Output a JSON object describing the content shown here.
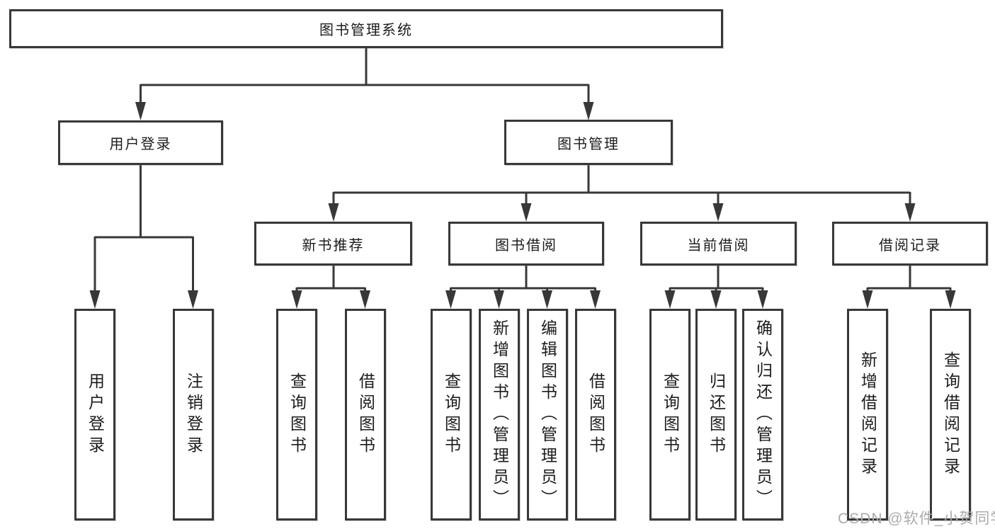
{
  "diagram": {
    "root": "图书管理系统",
    "branches": [
      {
        "label": "用户登录",
        "children": [
          "用户登录",
          "注销登录"
        ]
      },
      {
        "label": "图书管理",
        "sections": [
          {
            "label": "新书推荐",
            "children": [
              "查询图书",
              "借阅图书"
            ]
          },
          {
            "label": "图书借阅",
            "children": [
              "查询图书",
              "新增图书（管理员）",
              "编辑图书（管理员）",
              "借阅图书"
            ]
          },
          {
            "label": "当前借阅",
            "children": [
              "查询图书",
              "归还图书",
              "确认归还（管理员）"
            ]
          },
          {
            "label": "借阅记录",
            "children": [
              "新增借阅记录",
              "查询借阅记录"
            ]
          }
        ]
      }
    ]
  },
  "watermark": {
    "text": "CSDN @软件_小贺同学"
  },
  "colors": {
    "line": "#383838",
    "box_border": "#383838",
    "text": "#1c1c1c",
    "watermark": "#ababab",
    "background": "#ffffff"
  }
}
